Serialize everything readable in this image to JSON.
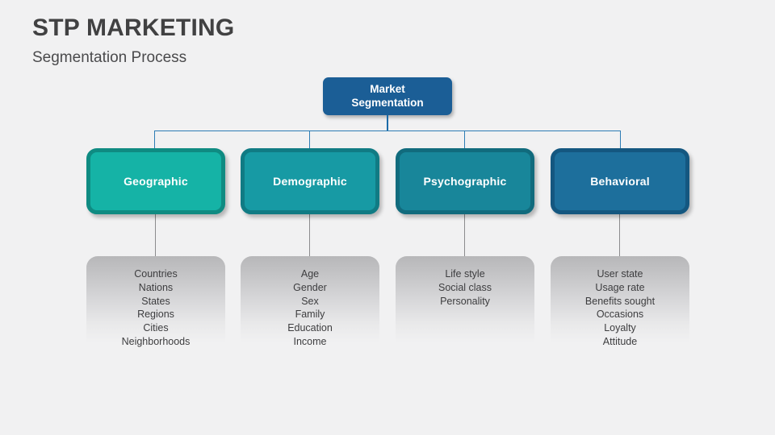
{
  "header": {
    "title": "STP MARKETING",
    "subtitle": "Segmentation Process"
  },
  "colors": {
    "background": "#f1f1f2",
    "title_text": "#414142",
    "root_fill": "#1b5e96",
    "connector": "#2d7cb5",
    "leg_connector": "#8b8b8d",
    "panel_gray": "#b7b7b9"
  },
  "diagram": {
    "root": {
      "label": "Market\nSegmentation",
      "fill": "#1b5e96"
    },
    "categories": [
      {
        "label": "Geographic",
        "fill": "#15b3a6",
        "border": "#0f8b82",
        "items": [
          "Countries",
          "Nations",
          "States",
          "Regions",
          "Cities",
          "Neighborhoods"
        ]
      },
      {
        "label": "Demographic",
        "fill": "#179aa4",
        "border": "#107b84",
        "items": [
          "Age",
          "Gender",
          "Sex",
          "Family",
          "Education",
          "Income"
        ]
      },
      {
        "label": "Psychographic",
        "fill": "#18869a",
        "border": "#116b7d",
        "items": [
          "Life style",
          "Social class",
          "Personality"
        ]
      },
      {
        "label": "Behavioral",
        "fill": "#1d6f9c",
        "border": "#145780",
        "items": [
          "User state",
          "Usage rate",
          "Benefits sought",
          "Occasions",
          "Loyalty",
          "Attitude"
        ]
      }
    ]
  }
}
